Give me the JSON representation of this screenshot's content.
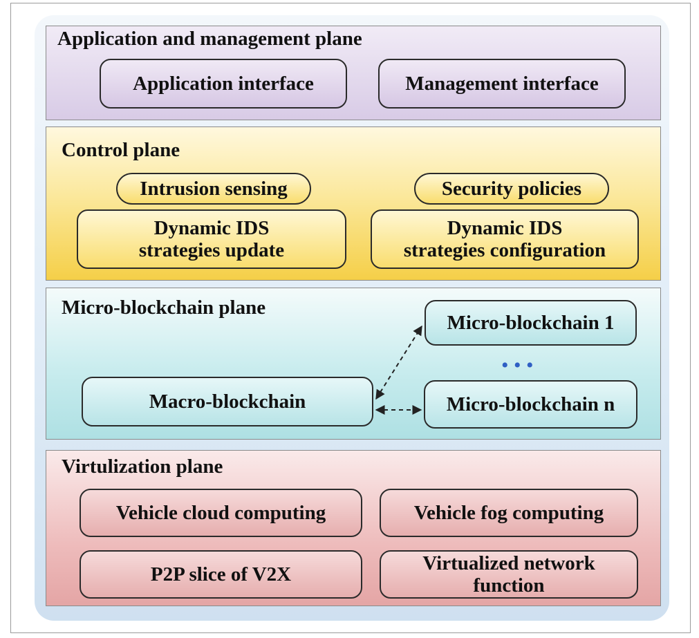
{
  "planes": {
    "application": {
      "title": "Application and management plane",
      "boxes": [
        "Application interface",
        "Management interface"
      ]
    },
    "control": {
      "title": "Control plane",
      "boxes": [
        "Intrusion sensing",
        "Security policies"
      ],
      "update_lines": [
        "Dynamic IDS",
        "strategies update"
      ],
      "config_lines": [
        "Dynamic IDS",
        "strategies configuration"
      ]
    },
    "micro_blockchain": {
      "title": "Micro-blockchain plane",
      "macro": "Macro-blockchain",
      "micro_first": "Micro-blockchain 1",
      "micro_last": "Micro-blockchain n",
      "ellipsis": "• • •"
    },
    "virtualization": {
      "title": "Virtulization plane",
      "boxes": [
        "Vehicle cloud computing",
        "Vehicle fog computing",
        "P2P slice of V2X"
      ],
      "vnf_lines": [
        "Virtualized network",
        "function"
      ]
    }
  },
  "colors": {
    "application": "#d8cbe6",
    "control": "#f5cf48",
    "micro_blockchain": "#aee0e3",
    "virtualization": "#e4a5a5",
    "dots": "#2f5fc4"
  }
}
